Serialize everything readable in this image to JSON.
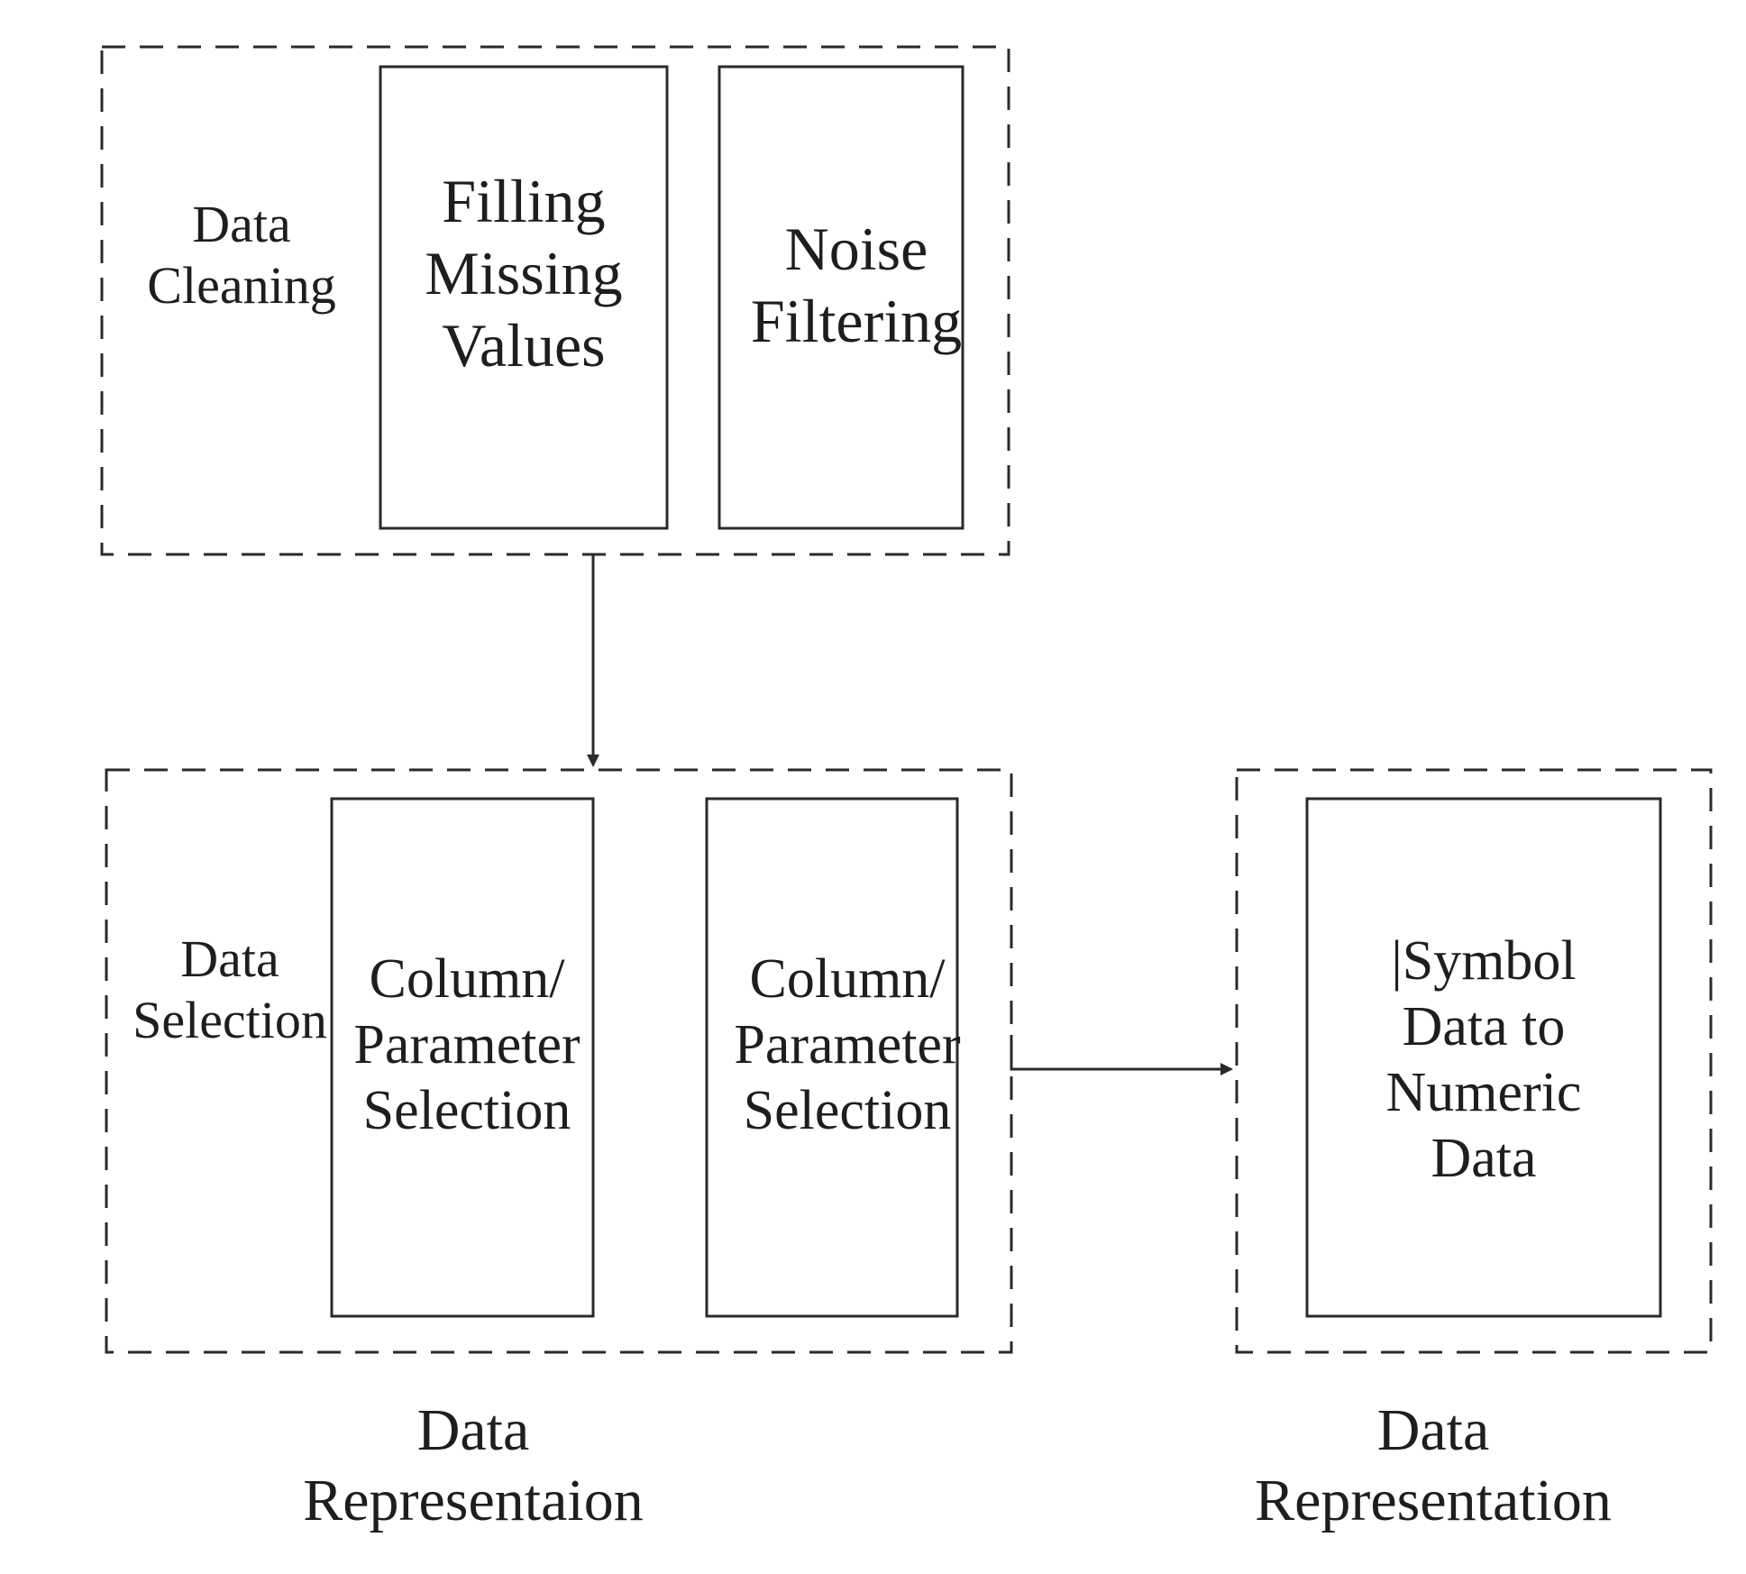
{
  "diagram": {
    "groups": {
      "cleaning": {
        "label": "Data\nCleaning",
        "steps": [
          "Filling\nMissing\nValues",
          "Noise\nFiltering"
        ]
      },
      "selection": {
        "label": "Data\nSelection",
        "steps": [
          "Column/\nParameter\nSelection",
          "Column/\nParameter\nSelection"
        ],
        "caption": "Data\nRepresentaion"
      },
      "representation": {
        "steps": [
          "|Symbol\nData to\nNumeric\nData"
        ],
        "caption": "Data\nRepresentation"
      }
    },
    "connections": [
      {
        "from": "cleaning",
        "to": "selection"
      },
      {
        "from": "selection",
        "to": "representation"
      }
    ],
    "colors": {
      "stroke": "#2a2a2a",
      "background": "#ffffff"
    }
  }
}
